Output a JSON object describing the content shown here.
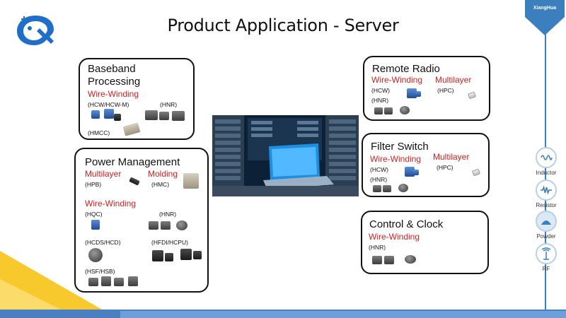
{
  "title": "Product Application - Server",
  "brand": "XiangHua",
  "colors": {
    "accent_red": "#d21f1f",
    "accent_blue": "#3b7fbf",
    "corner_yellow": "#f7c92c"
  },
  "boxes": {
    "baseband": {
      "title_line1": "Baseband",
      "title_line2": "Processing",
      "category": "Wire-Winding",
      "codes": [
        "(HCW/HCW-M)",
        "(HNR)",
        "(HMCC)"
      ]
    },
    "power": {
      "title": "Power Management",
      "cat_multilayer": "Multilayer",
      "cat_molding": "Molding",
      "cat_wirewinding": "Wire-Winding",
      "codes": [
        "(HPB)",
        "(HMC)",
        "(HQC)",
        "(HNR)",
        "(HCDS/HCD)",
        "(HFDI/HCPU)",
        "(HSF/HSB)"
      ]
    },
    "remote": {
      "title": "Remote Radio",
      "cat_wirewinding": "Wire-Winding",
      "cat_multilayer": "Multilayer",
      "codes": [
        "(HCW)",
        "(HPC)",
        "(HNR)"
      ]
    },
    "filter": {
      "title": "Filter Switch",
      "cat_wirewinding": "Wire-Winding",
      "cat_multilayer": "Multilayer",
      "codes": [
        "(HCW)",
        "(HPC)",
        "(HNR)"
      ]
    },
    "control": {
      "title": "Control & Clock",
      "cat_wirewinding": "Wire-Winding",
      "codes": [
        "(HNR)"
      ]
    }
  },
  "rail": [
    {
      "label": "Inductor",
      "icon": "inductor-icon"
    },
    {
      "label": "Resistor",
      "icon": "resistor-icon"
    },
    {
      "label": "Powder",
      "icon": "powder-icon"
    },
    {
      "label": "RF",
      "icon": "rf-icon"
    }
  ]
}
